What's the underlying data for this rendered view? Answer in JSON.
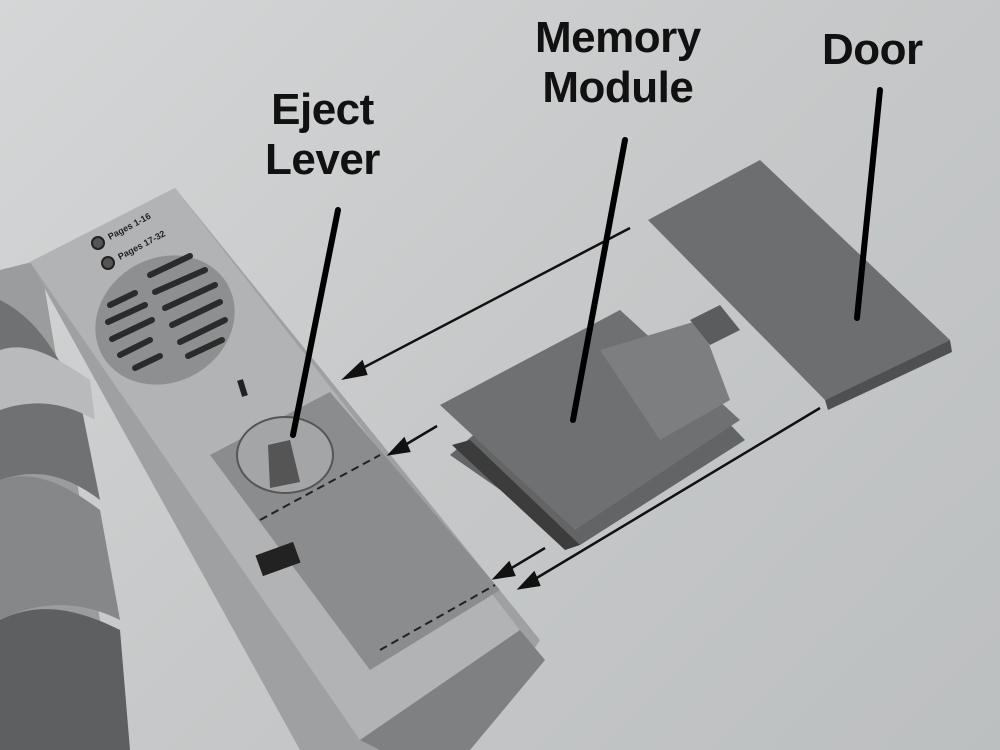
{
  "labels": {
    "eject_lever": [
      "Eject",
      "Lever"
    ],
    "memory_module": [
      "Memory",
      "Module"
    ],
    "door": "Door"
  },
  "device_buttons": [
    "Pages 1-16",
    "Pages 17-32"
  ]
}
